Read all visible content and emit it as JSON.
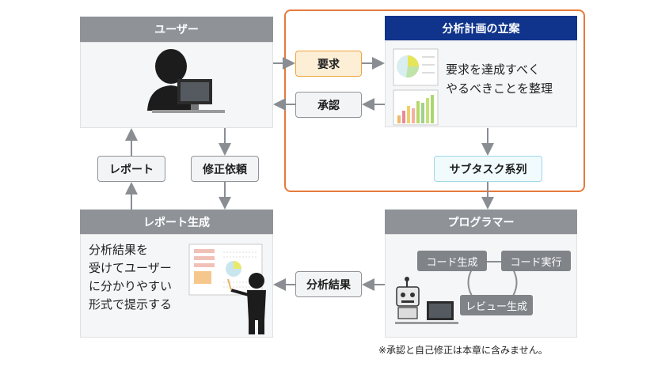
{
  "user": {
    "header": "ユーザー"
  },
  "plan": {
    "header": "分析計画の立案",
    "description": "要求を達成すべく\nやるべきことを整理"
  },
  "flows": {
    "request": "要求",
    "approval": "承認",
    "subtasks": "サブタスク系列",
    "report": "レポート",
    "revision": "修正依頼",
    "analysis_result": "分析結果"
  },
  "report_gen": {
    "header": "レポート生成",
    "description": "分析結果を\n受けてユーザー\nに分かりやすい\n形式で提示する"
  },
  "programmer": {
    "header": "プログラマー",
    "steps": [
      "コード生成",
      "コード実行",
      "レビュー生成"
    ]
  },
  "footnote": "※承認と自己修正は本章に含みません。",
  "colors": {
    "gray_header": "#8f9398",
    "navy_header": "#10348c",
    "orange_frame": "#e67a3c",
    "request_fill": "#fdeed6",
    "subtask_border": "#9ed7e8"
  }
}
